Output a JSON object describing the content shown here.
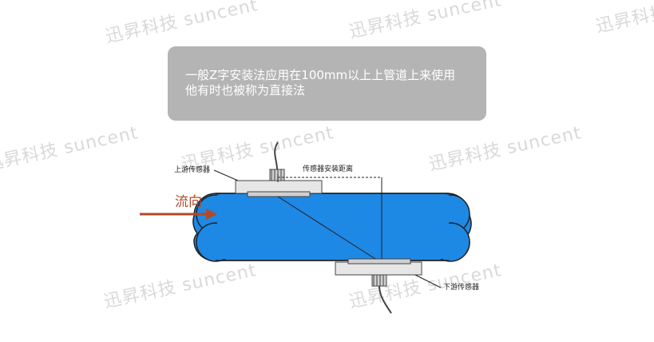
{
  "watermarks": [
    {
      "text": "迅昇科技 suncent"
    },
    {
      "text": "迅昇科技 suncent"
    },
    {
      "text": "迅昇科技"
    },
    {
      "text": "迅昇科技 suncent"
    },
    {
      "text": "迅昇科技 suncent"
    },
    {
      "text": "迅昇科技 suncent"
    },
    {
      "text": "迅昇科技 suncent"
    },
    {
      "text": "迅昇科技 suncent"
    }
  ],
  "info_box": {
    "line1": "一般Z字安装法应用在100mm以上上管道上来使用",
    "line2": "他有时也被称为直接法"
  },
  "diagram": {
    "upstream_label": "上游传感器",
    "downstream_label": "下游传感器",
    "distance_label": "传感器安装距离",
    "flow_label": "流向",
    "colors": {
      "pipe": "#1e88e5",
      "arrow": "#b04a2a",
      "sensor": "#e6e6e6"
    }
  }
}
